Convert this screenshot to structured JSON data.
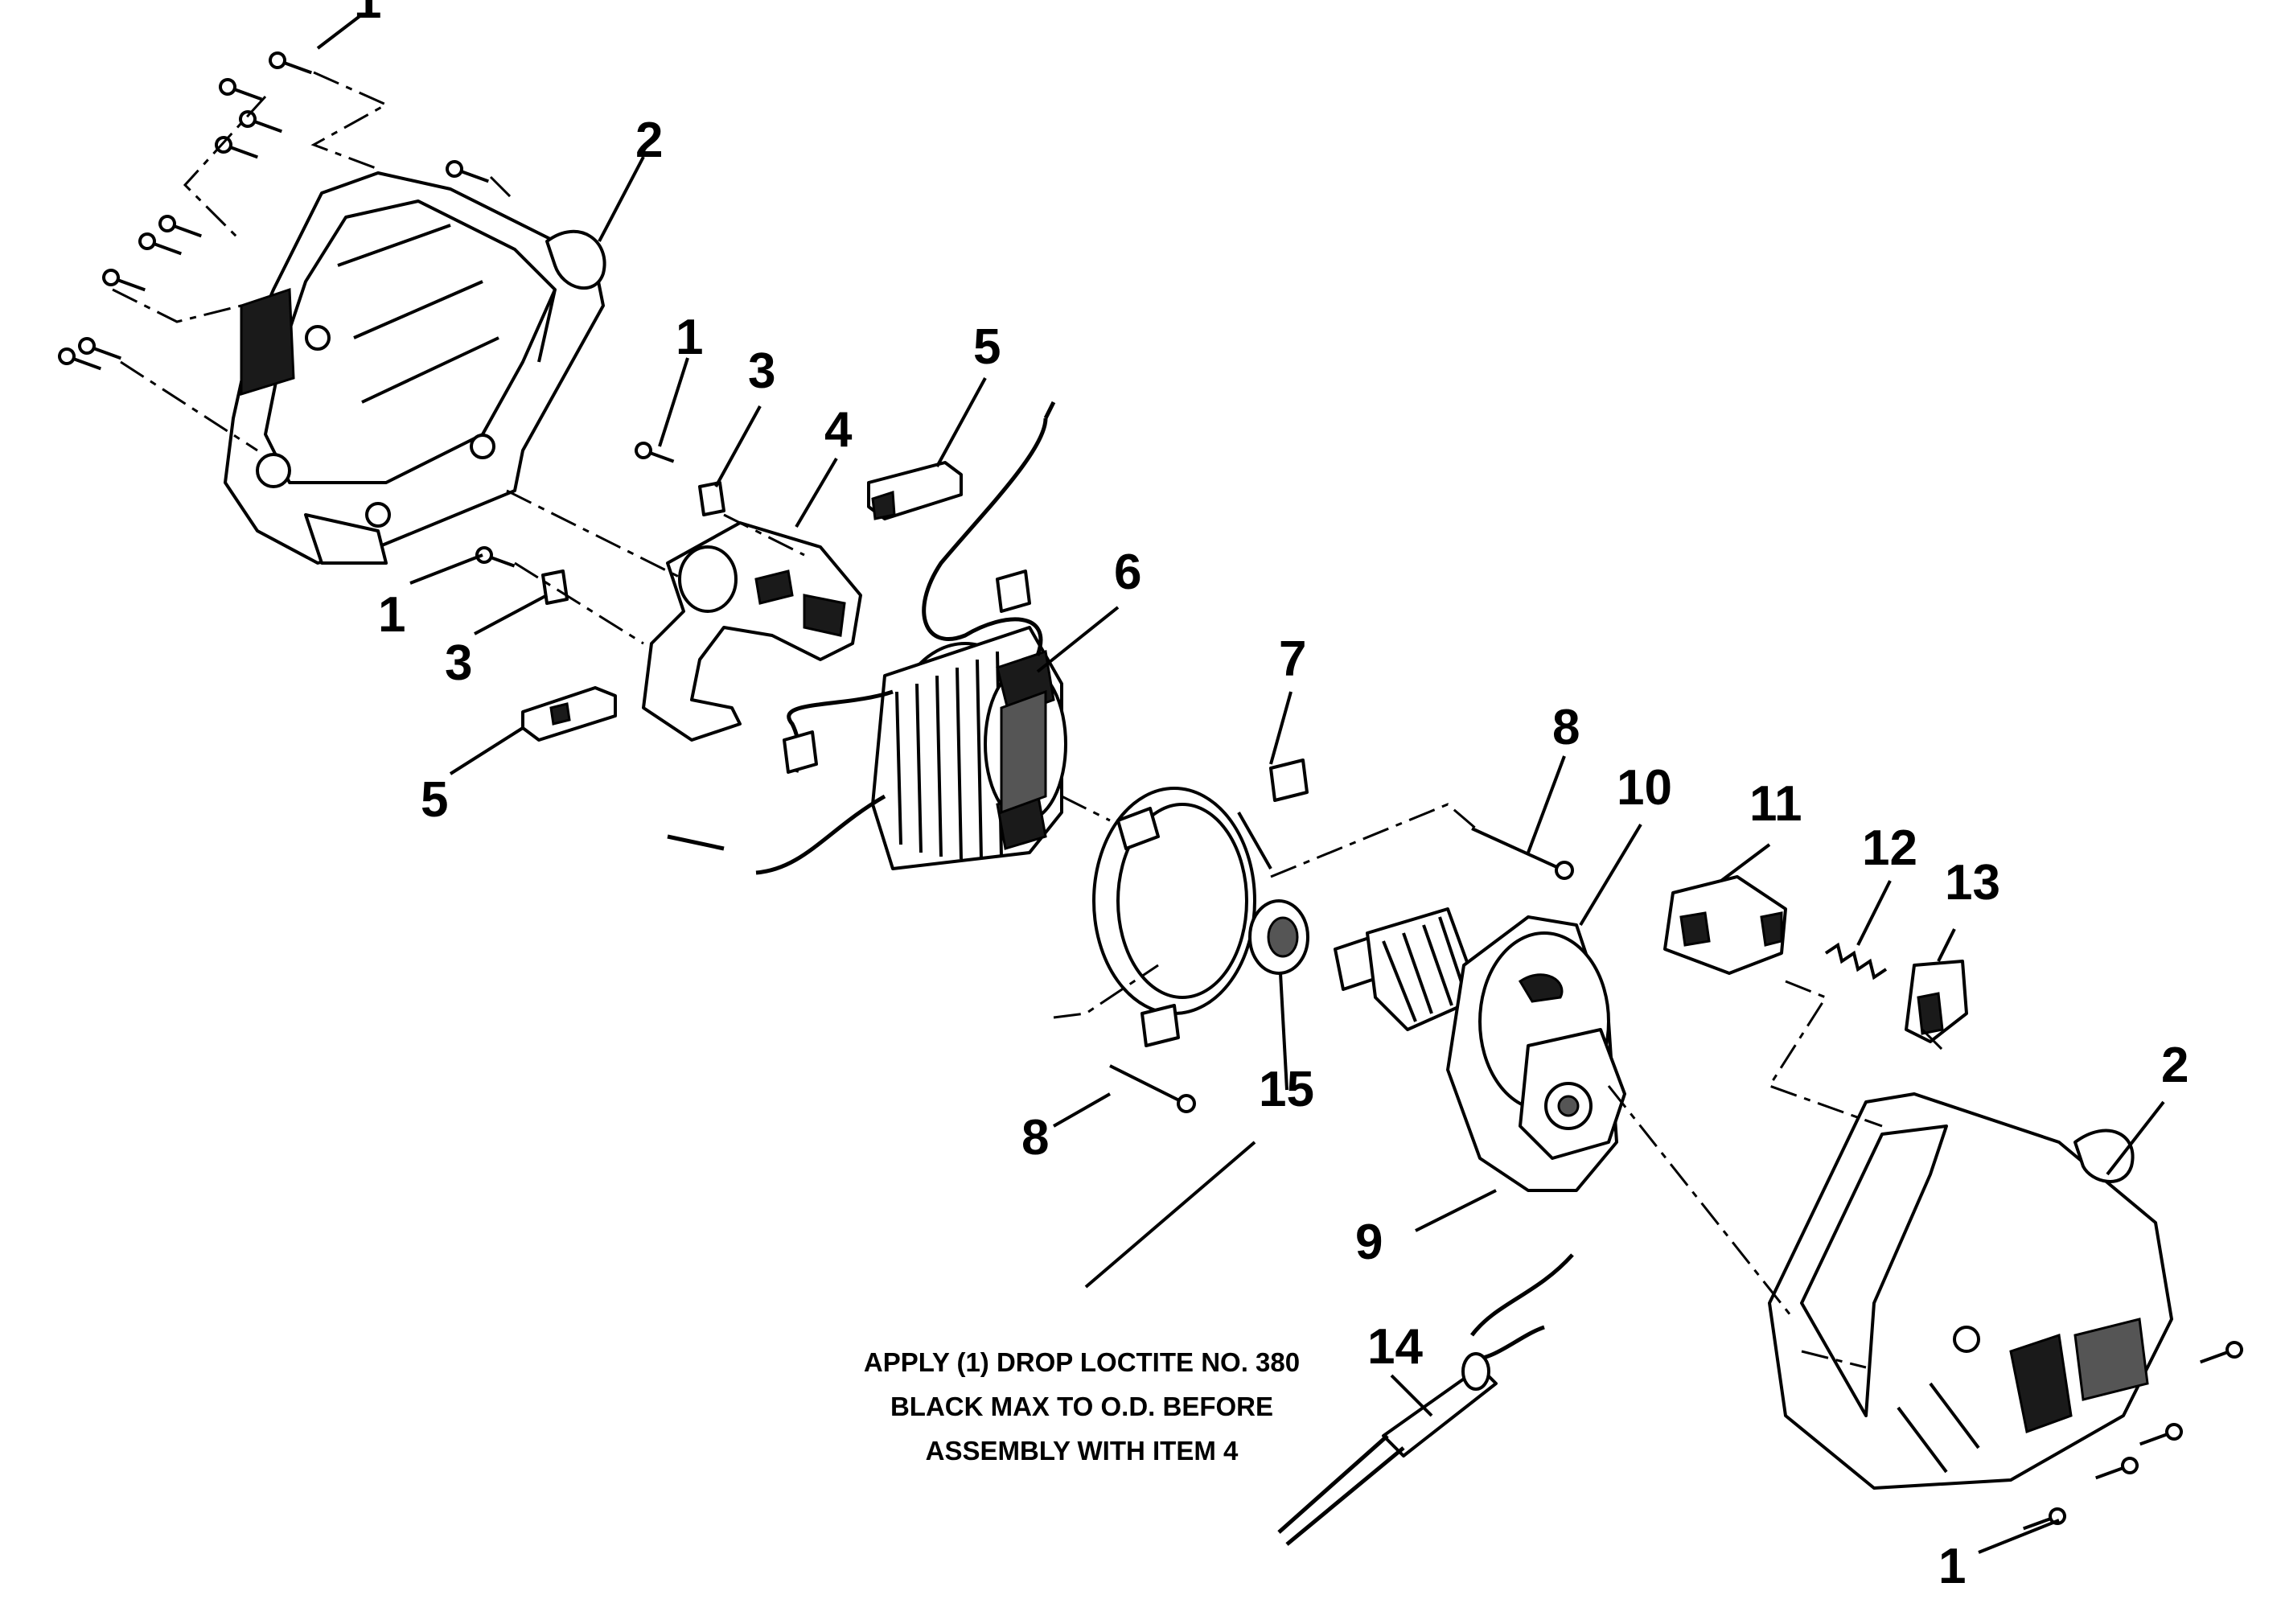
{
  "callouts": {
    "c1_top": "1",
    "c2_left": "2",
    "c1_mid": "1",
    "c3_upper": "3",
    "c4": "4",
    "c5_upper": "5",
    "c1_lower": "1",
    "c3_lower": "3",
    "c5_lower": "5",
    "c6": "6",
    "c7": "7",
    "c8_upper": "8",
    "c10": "10",
    "c11": "11",
    "c12": "12",
    "c13": "13",
    "c2_right": "2",
    "c8_lower": "8",
    "c15": "15",
    "c9": "9",
    "c14": "14",
    "c1_bottom": "1"
  },
  "note": {
    "line1": "APPLY (1) DROP LOCTITE NO. 380",
    "line2": "BLACK MAX TO O.D. BEFORE",
    "line3": "ASSEMBLY WITH ITEM 4"
  }
}
